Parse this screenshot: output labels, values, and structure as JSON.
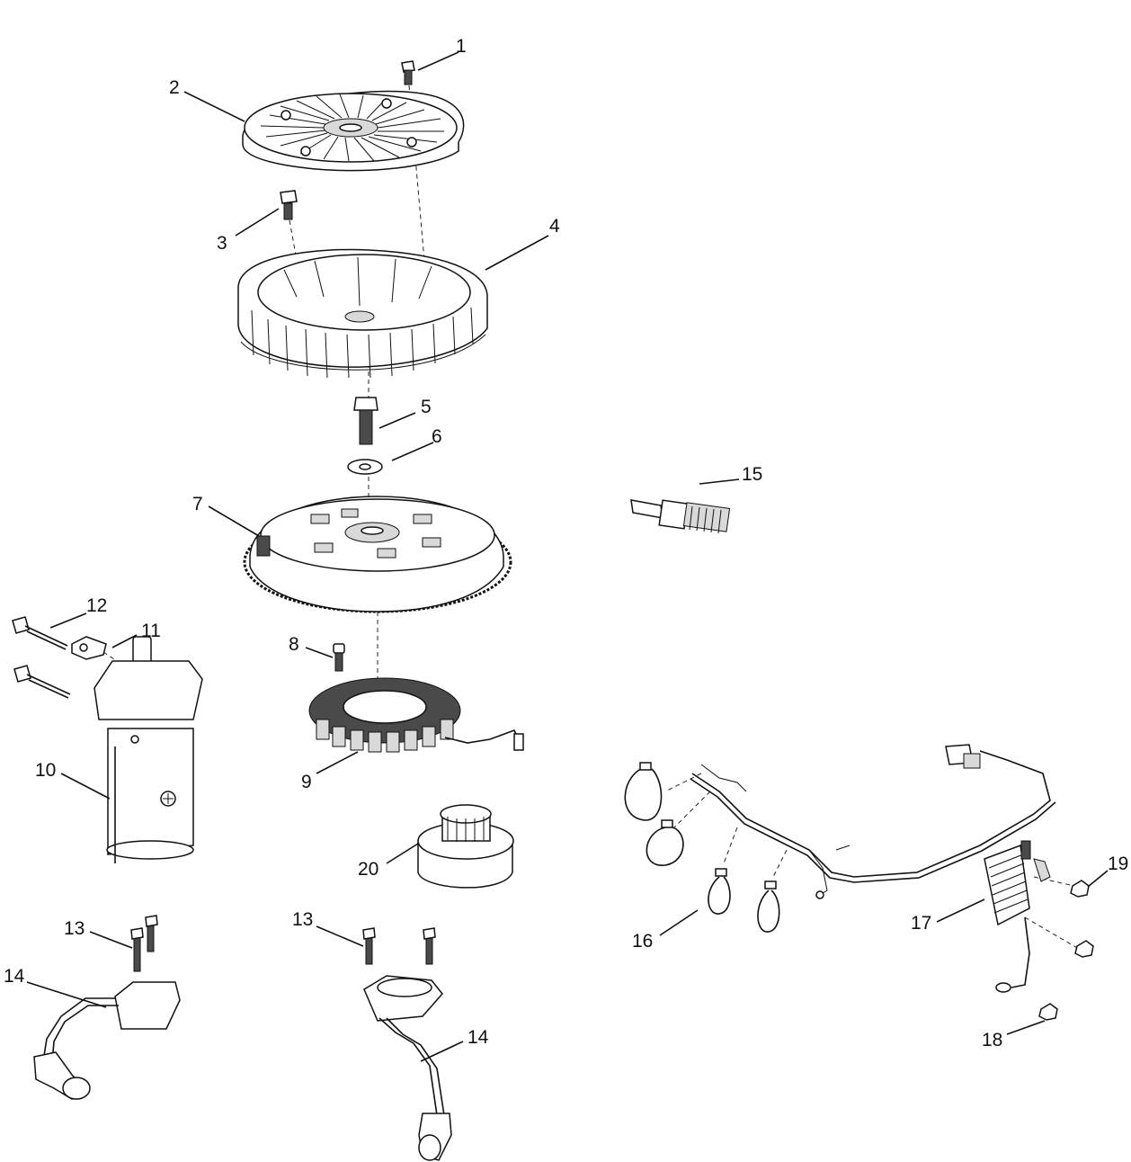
{
  "callouts": [
    {
      "id": "c1",
      "text": "1"
    },
    {
      "id": "c2",
      "text": "2"
    },
    {
      "id": "c3",
      "text": "3"
    },
    {
      "id": "c4",
      "text": "4"
    },
    {
      "id": "c5",
      "text": "5"
    },
    {
      "id": "c6",
      "text": "6"
    },
    {
      "id": "c7",
      "text": "7"
    },
    {
      "id": "c8",
      "text": "8"
    },
    {
      "id": "c9",
      "text": "9"
    },
    {
      "id": "c10",
      "text": "10"
    },
    {
      "id": "c11",
      "text": "11"
    },
    {
      "id": "c12",
      "text": "12"
    },
    {
      "id": "c13a",
      "text": "13"
    },
    {
      "id": "c13b",
      "text": "13"
    },
    {
      "id": "c14a",
      "text": "14"
    },
    {
      "id": "c14b",
      "text": "14"
    },
    {
      "id": "c15",
      "text": "15"
    },
    {
      "id": "c16",
      "text": "16"
    },
    {
      "id": "c17",
      "text": "17"
    },
    {
      "id": "c18",
      "text": "18"
    },
    {
      "id": "c19",
      "text": "19"
    },
    {
      "id": "c20",
      "text": "20"
    }
  ]
}
